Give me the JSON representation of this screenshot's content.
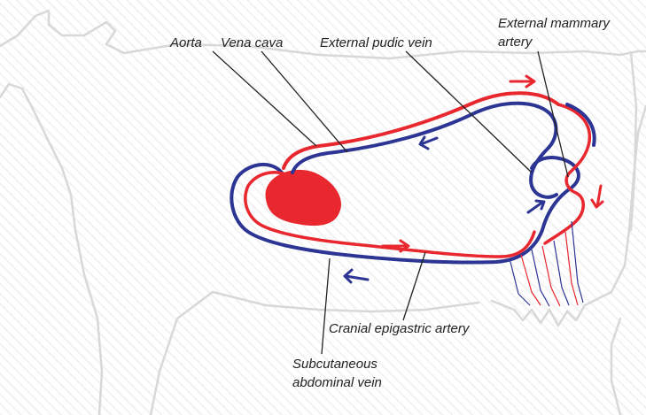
{
  "labels": {
    "aorta": "Aorta",
    "vena_cava": "Vena cava",
    "external_pudic_vein": "External pudic vein",
    "external_mammary_artery_line1": "External mammary",
    "external_mammary_artery_line2": "artery",
    "cranial_epigastric_artery": "Cranial epigastric artery",
    "subcutaneous_abdominal_vein_line1": "Subcutaneous",
    "subcutaneous_abdominal_vein_line2": "abdominal vein"
  },
  "colors": {
    "artery": "#e8272f",
    "vein": "#2c3594",
    "outline": "#d8d8d8",
    "leader": "#222222",
    "heart": "#e8272f"
  }
}
